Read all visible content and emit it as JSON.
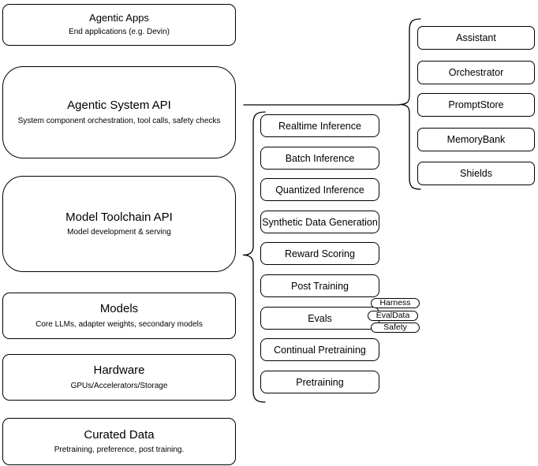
{
  "diagram": {
    "left_stack": [
      {
        "title": "Agentic Apps",
        "subtitle": "End applications (e.g. Devin)"
      },
      {
        "title": "Agentic System API",
        "subtitle": "System component orchestration, tool calls, safety checks"
      },
      {
        "title": "Model Toolchain API",
        "subtitle": "Model development & serving"
      },
      {
        "title": "Models",
        "subtitle": "Core LLMs, adapter weights, secondary models"
      },
      {
        "title": "Hardware",
        "subtitle": "GPUs/Accelerators/Storage"
      },
      {
        "title": "Curated Data",
        "subtitle": "Pretraining, preference, post training."
      }
    ],
    "toolchain_services": [
      "Realtime Inference",
      "Batch Inference",
      "Quantized Inference",
      "Synthetic Data Generation",
      "Reward Scoring",
      "Post Training",
      "Evals",
      "Continual Pretraining",
      "Pretraining"
    ],
    "evals_tags": [
      "Harness",
      "EvalData",
      "Safety"
    ],
    "system_components": [
      "Assistant",
      "Orchestrator",
      "PromptStore",
      "MemoryBank",
      "Shields"
    ],
    "colors": {
      "background": "#ffffff",
      "node_fill": "#ffffff",
      "border": "#000000",
      "text": "#000000"
    }
  }
}
